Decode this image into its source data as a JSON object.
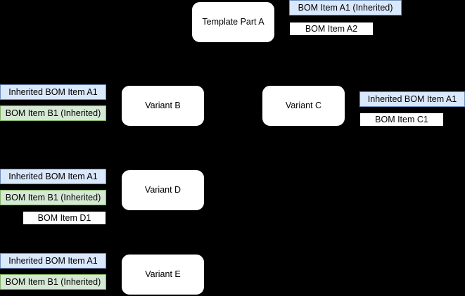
{
  "diagram": {
    "background_color": "#000000",
    "palette": {
      "inherited_a_fill": "#dae8fc",
      "inherited_a_border": "#6c8ebf",
      "inherited_b_fill": "#d5e8d4",
      "inherited_b_border": "#82b366",
      "plain_fill": "#ffffff",
      "plain_border": "#000000",
      "card_fill": "#ffffff",
      "card_border": "#000000",
      "text_color": "#000000"
    },
    "nodes": {
      "template_part_a": "Template Part A",
      "variant_b": "Variant B",
      "variant_c": "Variant C",
      "variant_d": "Variant D",
      "variant_e": "Variant E"
    },
    "bom_items": {
      "a_row": [
        "BOM Item A1 (Inherited)",
        "BOM Item A2"
      ],
      "b_row": [
        "Inherited BOM Item A1",
        "BOM Item B1 (Inherited)"
      ],
      "c_row": [
        "Inherited BOM Item A1",
        "BOM Item C1"
      ],
      "d_row": [
        "Inherited BOM Item A1",
        "BOM Item B1 (Inherited)",
        "BOM Item D1"
      ],
      "e_row": [
        "Inherited BOM Item A1",
        "BOM Item B1 (Inherited)"
      ]
    }
  }
}
